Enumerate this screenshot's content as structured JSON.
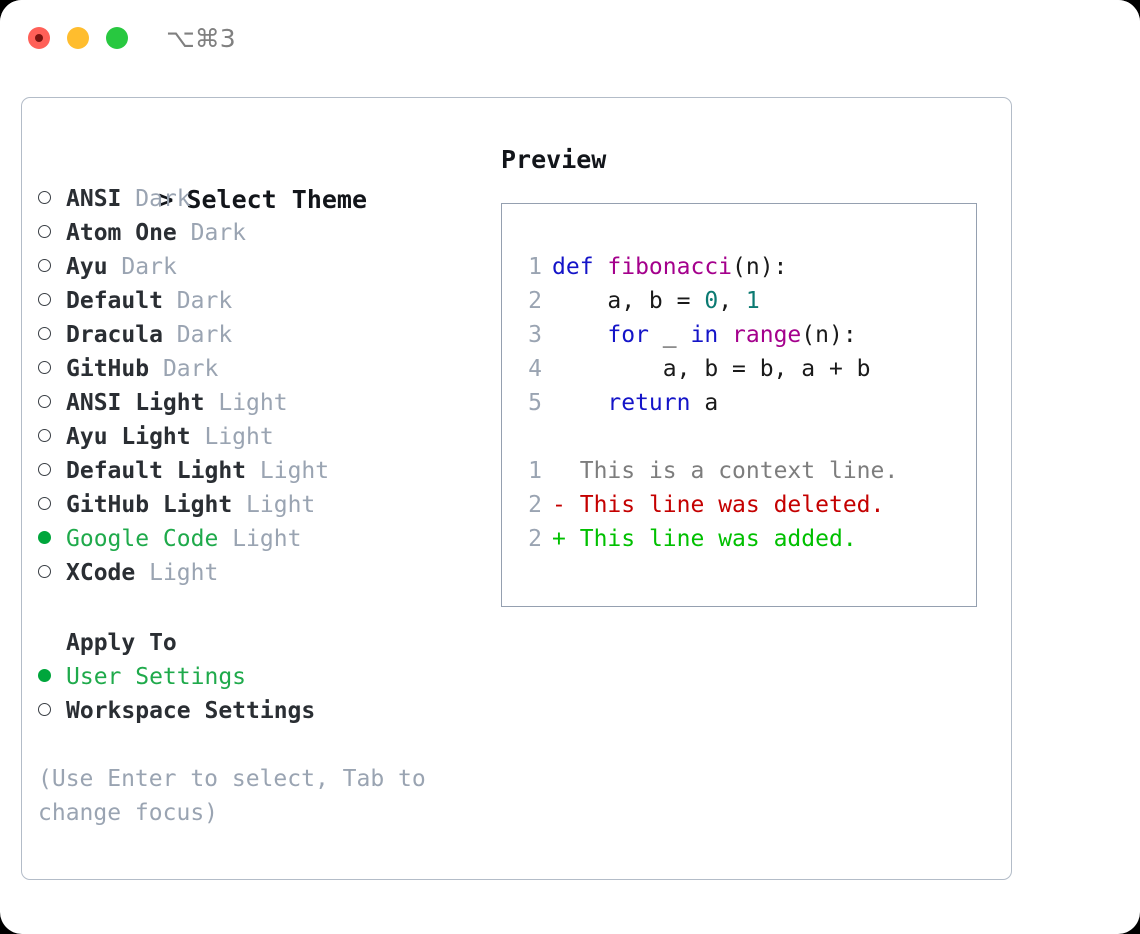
{
  "titlebar": {
    "shortcut": "⌥⌘3",
    "buttons": {
      "close": "close",
      "minimize": "minimize",
      "maximize": "maximize"
    }
  },
  "theme_picker": {
    "header_prefix": ">",
    "header": "Select Theme",
    "items": [
      {
        "name": "ANSI",
        "category": "Dark",
        "selected": false
      },
      {
        "name": "Atom One",
        "category": "Dark",
        "selected": false
      },
      {
        "name": "Ayu",
        "category": "Dark",
        "selected": false
      },
      {
        "name": "Default",
        "category": "Dark",
        "selected": false
      },
      {
        "name": "Dracula",
        "category": "Dark",
        "selected": false
      },
      {
        "name": "GitHub",
        "category": "Dark",
        "selected": false
      },
      {
        "name": "ANSI Light",
        "category": "Light",
        "selected": false
      },
      {
        "name": "Ayu Light",
        "category": "Light",
        "selected": false
      },
      {
        "name": "Default Light",
        "category": "Light",
        "selected": false
      },
      {
        "name": "GitHub Light",
        "category": "Light",
        "selected": false
      },
      {
        "name": "Google Code",
        "category": "Light",
        "selected": true
      },
      {
        "name": "XCode",
        "category": "Light",
        "selected": false
      }
    ]
  },
  "apply_to": {
    "title": "Apply To",
    "options": [
      {
        "label": "User Settings",
        "selected": true
      },
      {
        "label": "Workspace Settings",
        "selected": false
      }
    ]
  },
  "hint": "(Use Enter to select, Tab to change focus)",
  "preview": {
    "title": "Preview",
    "code_lines": [
      {
        "ln": "1",
        "tokens": [
          {
            "t": "def ",
            "c": "kw"
          },
          {
            "t": "fibonacci",
            "c": "fn"
          },
          {
            "t": "(n):",
            "c": "plain"
          }
        ]
      },
      {
        "ln": "2",
        "tokens": [
          {
            "t": "    a, b = ",
            "c": "plain"
          },
          {
            "t": "0",
            "c": "num"
          },
          {
            "t": ", ",
            "c": "plain"
          },
          {
            "t": "1",
            "c": "num"
          }
        ]
      },
      {
        "ln": "3",
        "tokens": [
          {
            "t": "    ",
            "c": "plain"
          },
          {
            "t": "for",
            "c": "kw"
          },
          {
            "t": " _ ",
            "c": "plain"
          },
          {
            "t": "in",
            "c": "kw"
          },
          {
            "t": " ",
            "c": "plain"
          },
          {
            "t": "range",
            "c": "fn"
          },
          {
            "t": "(n):",
            "c": "plain"
          }
        ]
      },
      {
        "ln": "4",
        "tokens": [
          {
            "t": "        a, b = b, a + b",
            "c": "plain"
          }
        ]
      },
      {
        "ln": "5",
        "tokens": [
          {
            "t": "    ",
            "c": "plain"
          },
          {
            "t": "return",
            "c": "kw"
          },
          {
            "t": " a",
            "c": "plain"
          }
        ]
      }
    ],
    "diff_lines": [
      {
        "ln": "1",
        "marker": " ",
        "text": "This is a context line.",
        "kind": "ctx"
      },
      {
        "ln": "2",
        "marker": "-",
        "text": "This line was deleted.",
        "kind": "del"
      },
      {
        "ln": "2",
        "marker": "+",
        "text": "This line was added.",
        "kind": "add"
      }
    ]
  },
  "colors": {
    "selected_green": "#1faa4b",
    "bullet_green": "#00a63c",
    "muted": "#9aa4b2",
    "keyword_blue": "#1414c8",
    "function_magenta": "#a4008c",
    "number_teal": "#0b7a72",
    "diff_deleted": "#c40000",
    "diff_added": "#00c000",
    "panel_border": "#b3bcc8",
    "code_border": "#95a0b0"
  }
}
